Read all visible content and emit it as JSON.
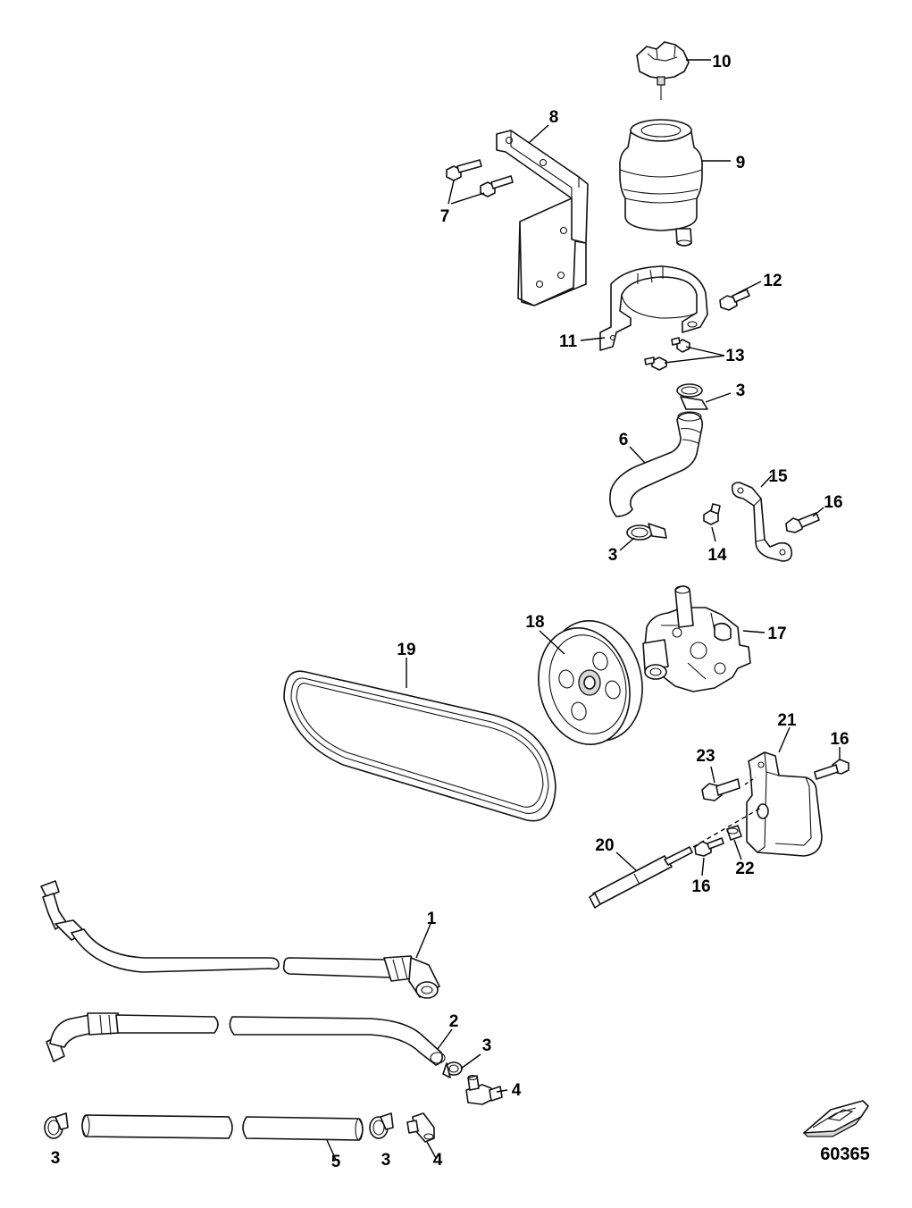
{
  "figure_number": "60365",
  "icons": {
    "boat": "boat-icon"
  },
  "callouts": [
    {
      "part": "reservoir-cap",
      "label": "10"
    },
    {
      "part": "reservoir-bracket",
      "label": "8"
    },
    {
      "part": "reservoir",
      "label": "9"
    },
    {
      "part": "bracket-screws",
      "label": "7"
    },
    {
      "part": "reservoir-clamp-screw",
      "label": "12"
    },
    {
      "part": "reservoir-clamp",
      "label": "11"
    },
    {
      "part": "clamp-screws",
      "label": "13"
    },
    {
      "part": "hose-clamp-upper",
      "label": "3"
    },
    {
      "part": "supply-hose",
      "label": "6"
    },
    {
      "part": "pump-brace",
      "label": "15"
    },
    {
      "part": "brace-screw-right",
      "label": "16"
    },
    {
      "part": "hose-clamp-lower",
      "label": "3"
    },
    {
      "part": "brace-nut",
      "label": "14"
    },
    {
      "part": "pulley",
      "label": "18"
    },
    {
      "part": "drive-belt",
      "label": "19"
    },
    {
      "part": "power-steering-pump",
      "label": "17"
    },
    {
      "part": "pump-bracket",
      "label": "21"
    },
    {
      "part": "bracket-screw-top",
      "label": "16"
    },
    {
      "part": "bracket-bolt",
      "label": "23"
    },
    {
      "part": "threaded-rod",
      "label": "20"
    },
    {
      "part": "spacer",
      "label": "22"
    },
    {
      "part": "bracket-screw-bottom",
      "label": "16"
    },
    {
      "part": "pressure-hose",
      "label": "1"
    },
    {
      "part": "return-hose",
      "label": "2"
    },
    {
      "part": "hose-clamp-return",
      "label": "3"
    },
    {
      "part": "elbow-fitting-upper",
      "label": "4"
    },
    {
      "part": "hose-clamp-left",
      "label": "3"
    },
    {
      "part": "cooler-hose",
      "label": "5"
    },
    {
      "part": "hose-clamp-right",
      "label": "3"
    },
    {
      "part": "elbow-fitting-lower",
      "label": "4"
    }
  ]
}
